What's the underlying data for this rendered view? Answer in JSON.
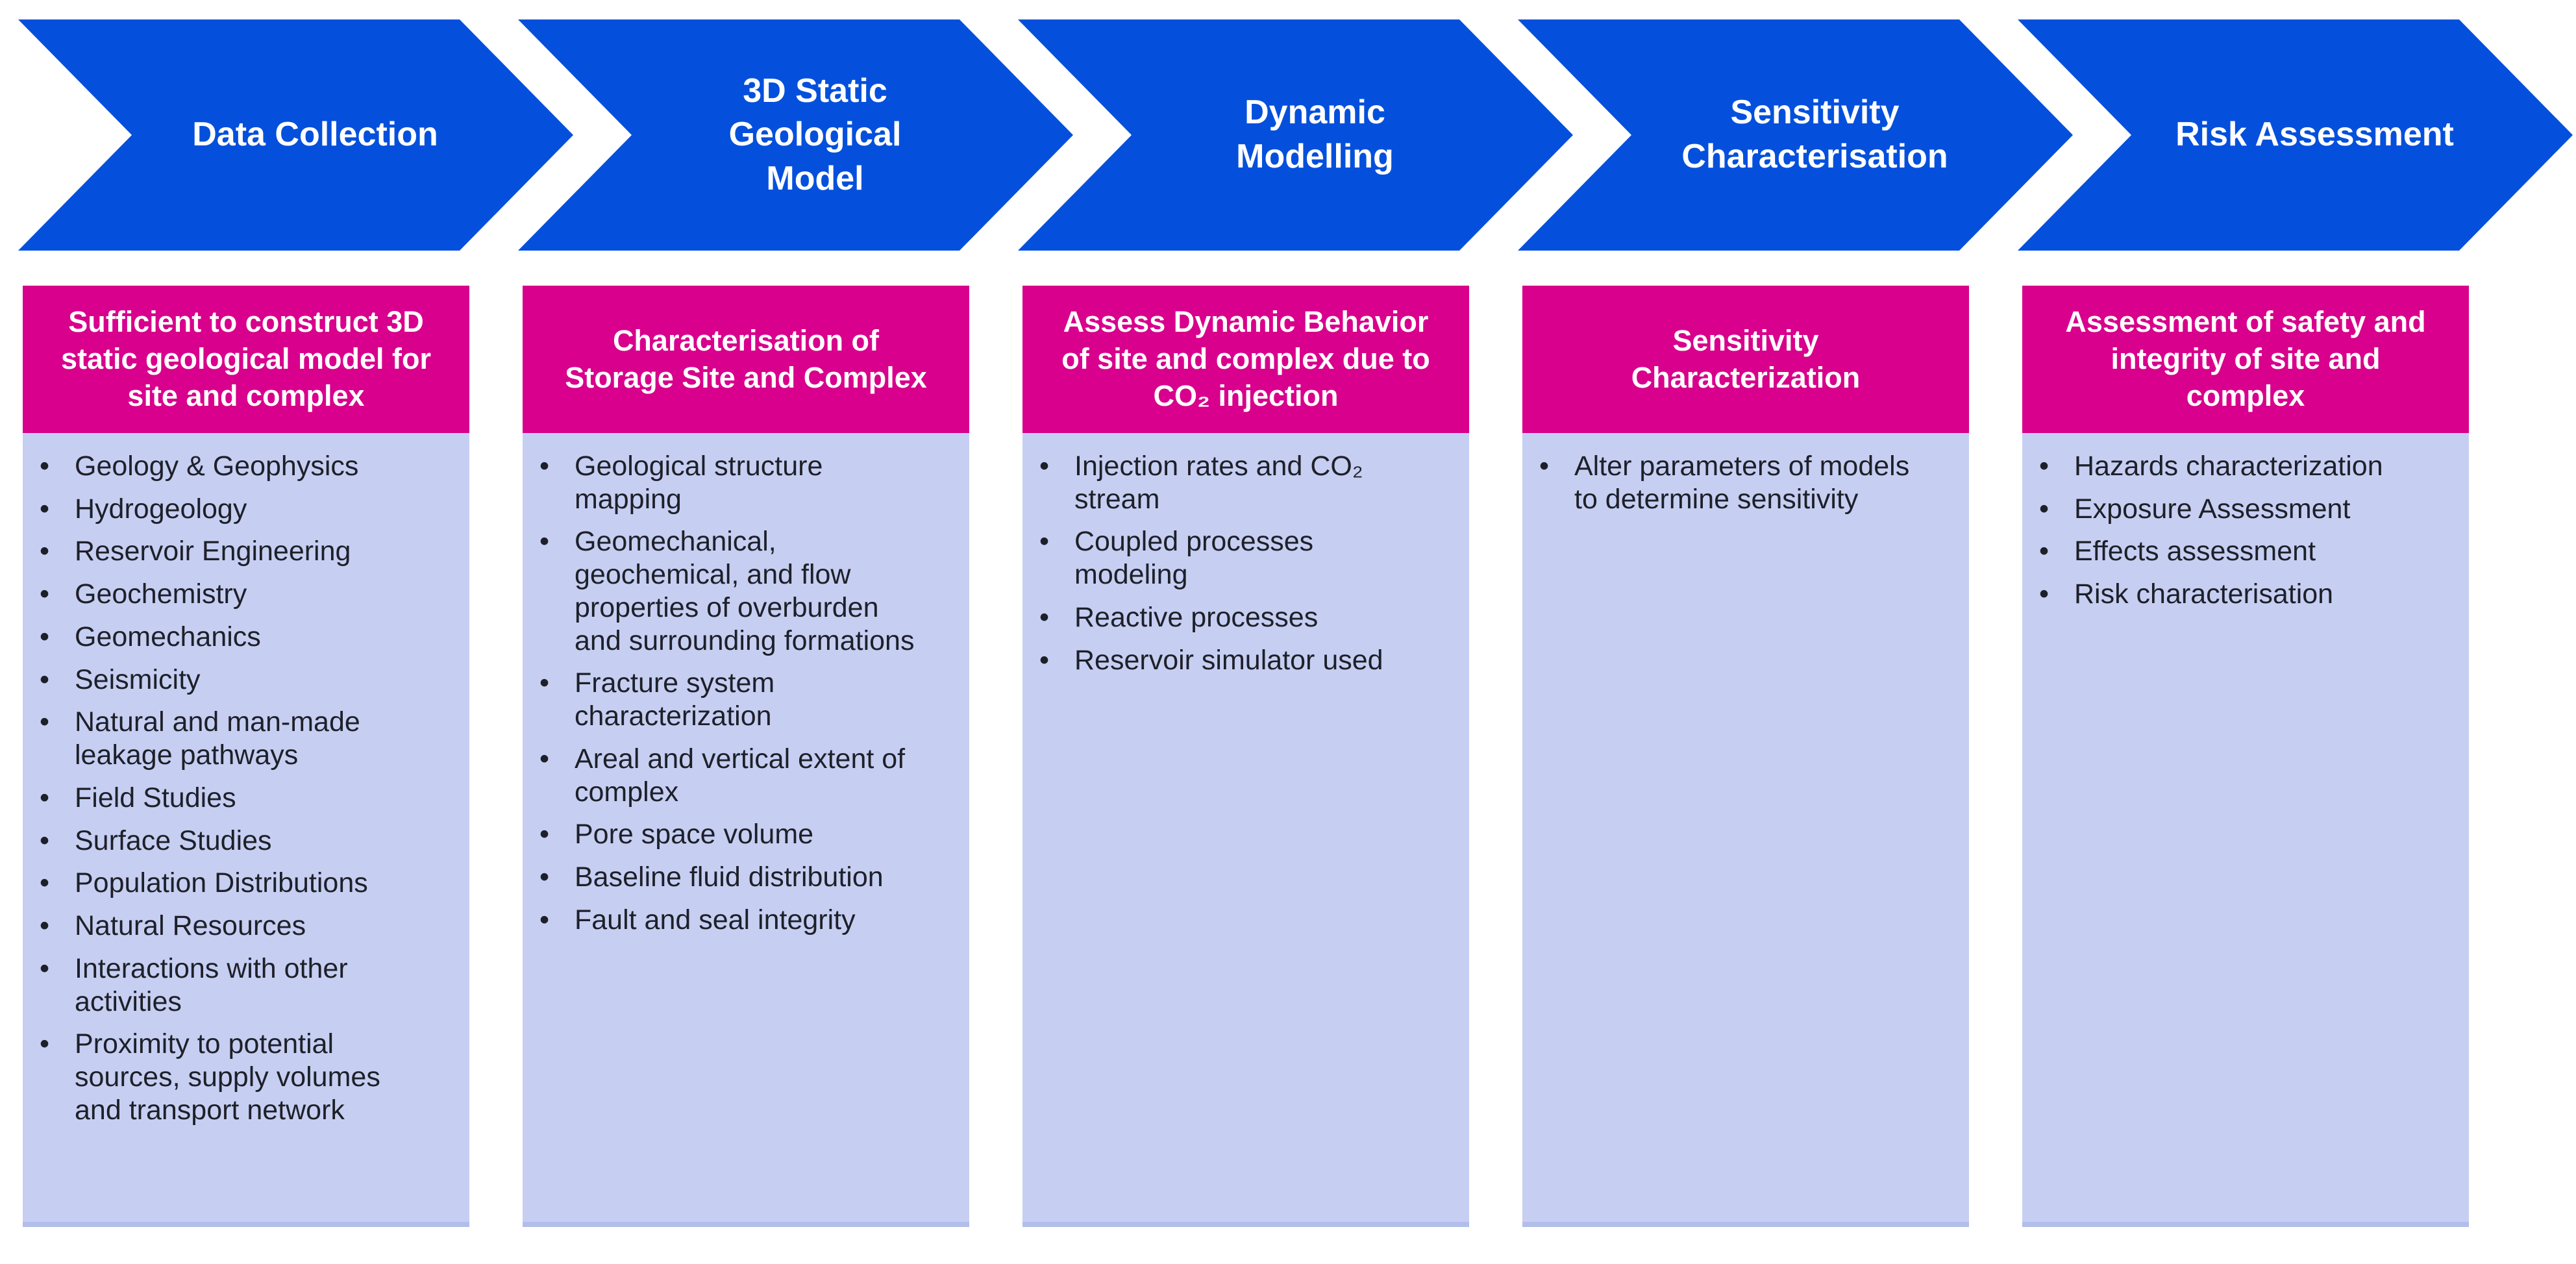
{
  "colors": {
    "arrow_blue": "#0450DC",
    "header_magenta": "#D8008C",
    "body_lavender": "#C6CFF2",
    "body_bottom_border": "#B2BEEA",
    "text_dark": "#1E2029",
    "text_white": "#FFFFFF"
  },
  "stages": [
    {
      "arrow_label": "Data Collection",
      "header": "Sufficient to construct 3D\nstatic geological model for\nsite and complex",
      "bullets": [
        "Geology & Geophysics",
        "Hydrogeology",
        "Reservoir Engineering",
        "Geochemistry",
        "Geomechanics",
        "Seismicity",
        "Natural and man-made leakage pathways",
        "Field Studies",
        "Surface Studies",
        "Population Distributions",
        "Natural Resources",
        "Interactions with other activities",
        "Proximity to potential sources, supply volumes and transport network"
      ]
    },
    {
      "arrow_label": "3D Static\nGeological\nModel",
      "header": "Characterisation of\nStorage Site and Complex",
      "bullets": [
        "Geological structure mapping",
        "Geomechanical, geochemical, and flow properties of overburden and surrounding formations",
        "Fracture system characterization",
        "Areal and vertical extent of complex",
        "Pore space volume",
        "Baseline fluid distribution",
        "Fault and seal integrity"
      ]
    },
    {
      "arrow_label": "Dynamic\nModelling",
      "header": "Assess Dynamic Behavior\nof site and complex due to\nCO₂ injection",
      "bullets": [
        "Injection rates and CO₂ stream",
        "Coupled processes modeling",
        "Reactive processes",
        "Reservoir simulator used"
      ]
    },
    {
      "arrow_label": "Sensitivity\nCharacterisation",
      "header": "Sensitivity\nCharacterization",
      "bullets": [
        "Alter parameters of models to determine sensitivity"
      ]
    },
    {
      "arrow_label": "Risk Assessment",
      "header": "Assessment of safety and\nintegrity of site and\ncomplex",
      "bullets": [
        "Hazards characterization",
        "Exposure Assessment",
        "Effects assessment",
        "Risk characterisation"
      ]
    }
  ]
}
